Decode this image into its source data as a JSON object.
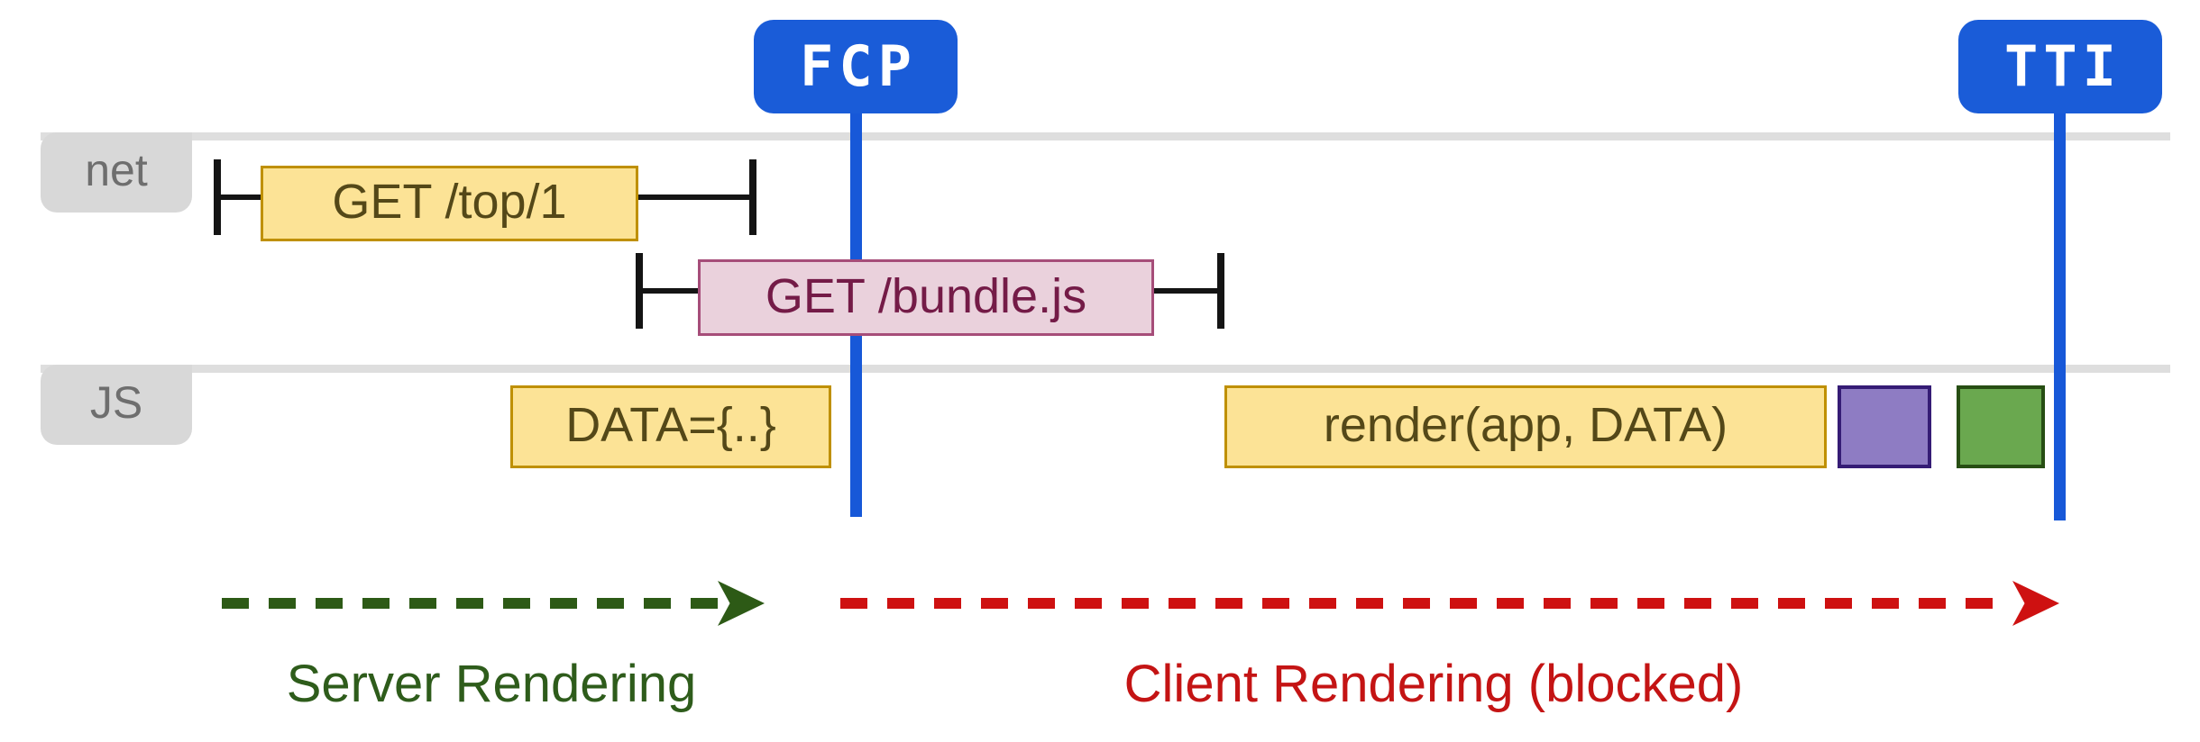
{
  "markers": {
    "fcp": "FCP",
    "tti": "TTI"
  },
  "lanes": {
    "net": "net",
    "js": "JS"
  },
  "tasks": {
    "get_top": "GET /top/1",
    "get_bundle": "GET /bundle.js",
    "data_assign": "DATA={..}",
    "render_call": "render(app, DATA)"
  },
  "phases": {
    "server": "Server Rendering",
    "client": "Client Rendering (blocked)"
  },
  "colors": {
    "marker_blue": "#1a5cd8",
    "marker_line_blue": "#1758d8",
    "lane_gray": "#dedede",
    "tab_gray": "#d8d8d8",
    "tab_text_gray": "#6e6e6e",
    "yellow_fill": "#fce396",
    "yellow_border": "#bf9000",
    "yellow_text": "#544818",
    "pink_fill": "#ead1dc",
    "pink_border": "#a64d79",
    "pink_text": "#741b47",
    "purple_fill": "#8e7cc3",
    "purple_border": "#351c75",
    "green_fill": "#6aa84f",
    "green_border": "#274e13",
    "server_arrow_green": "#2d5a16",
    "client_arrow_red": "#ce1111"
  }
}
